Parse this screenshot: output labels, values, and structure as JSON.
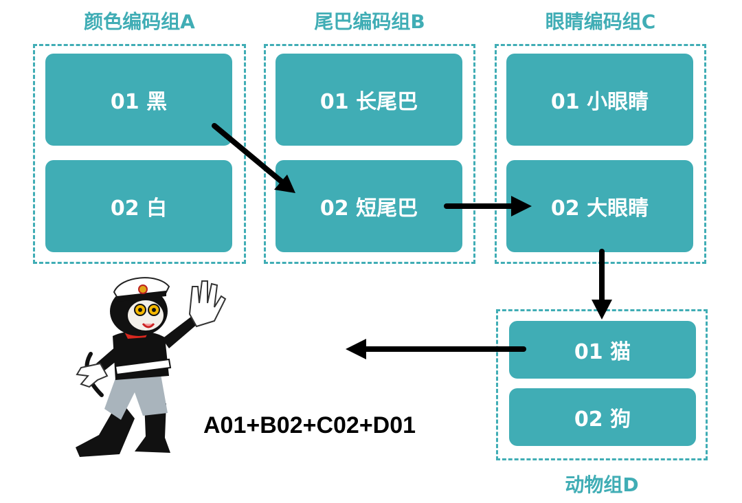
{
  "groups": {
    "a": {
      "title": "颜色编码组A",
      "items": [
        "01 黑",
        "02 白"
      ]
    },
    "b": {
      "title": "尾巴编码组B",
      "items": [
        "01 长尾巴",
        "02 短尾巴"
      ]
    },
    "c": {
      "title": "眼睛编码组C",
      "items": [
        "01 小眼睛",
        "02 大眼睛"
      ]
    },
    "d": {
      "title": "动物组D",
      "items": [
        "01 猫",
        "02 狗"
      ]
    }
  },
  "formula": "A01+B02+C02+D01",
  "colors": {
    "teal": "#40adb5",
    "arrow": "#000000",
    "text_on_box": "#ffffff"
  },
  "mascot": {
    "icon": "cartoon-cat-police-icon"
  }
}
